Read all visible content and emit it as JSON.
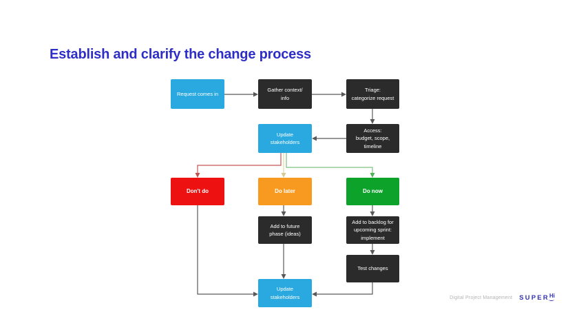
{
  "slide": {
    "title": "Establish and clarify the change process",
    "footer": {
      "course": "Digital Project Management",
      "brand_super": "SUPER",
      "brand_hi": "H",
      "brand_i": "i"
    }
  },
  "flowchart": {
    "nodes": {
      "request": {
        "label": "Request comes in",
        "type": "blue"
      },
      "gather": {
        "label": "Gather context/\ninfo",
        "type": "dark"
      },
      "triage": {
        "label": "Triage:\ncategorize request",
        "type": "dark"
      },
      "update_top": {
        "label": "Update\nstakeholders",
        "type": "blue"
      },
      "access": {
        "label": "Access:\nbudget, scope,\ntimeline",
        "type": "dark"
      },
      "dont_do": {
        "label": "Don't do",
        "type": "red"
      },
      "do_later": {
        "label": "Do later",
        "type": "orange"
      },
      "do_now": {
        "label": "Do now",
        "type": "green"
      },
      "future_phase": {
        "label": "Add to future\nphase (ideas)",
        "type": "dark"
      },
      "backlog": {
        "label": "Add to backlog for\nupcoming sprint:\nimplement",
        "type": "dark"
      },
      "test_changes": {
        "label": "Test changes",
        "type": "dark"
      },
      "update_bottom": {
        "label": "Update\nstakeholders",
        "type": "blue"
      }
    }
  },
  "colors": {
    "title_blue": "#2e2ec6",
    "node_blue": "#29a9e0",
    "node_dark": "#2b2b2b",
    "node_red": "#ed1111",
    "node_orange": "#f79a1f",
    "node_green": "#0da32b",
    "connector_gray": "#595959",
    "branch_red": "#c4534f",
    "branch_yellow": "#e6d89c",
    "branch_green": "#7cc181",
    "arrow_red": "#c0534f",
    "arrow_yellow": "#d9c88f",
    "arrow_green": "#4db258",
    "footer_gray": "#b3b3b3",
    "brand_indigo": "#3434ad"
  }
}
